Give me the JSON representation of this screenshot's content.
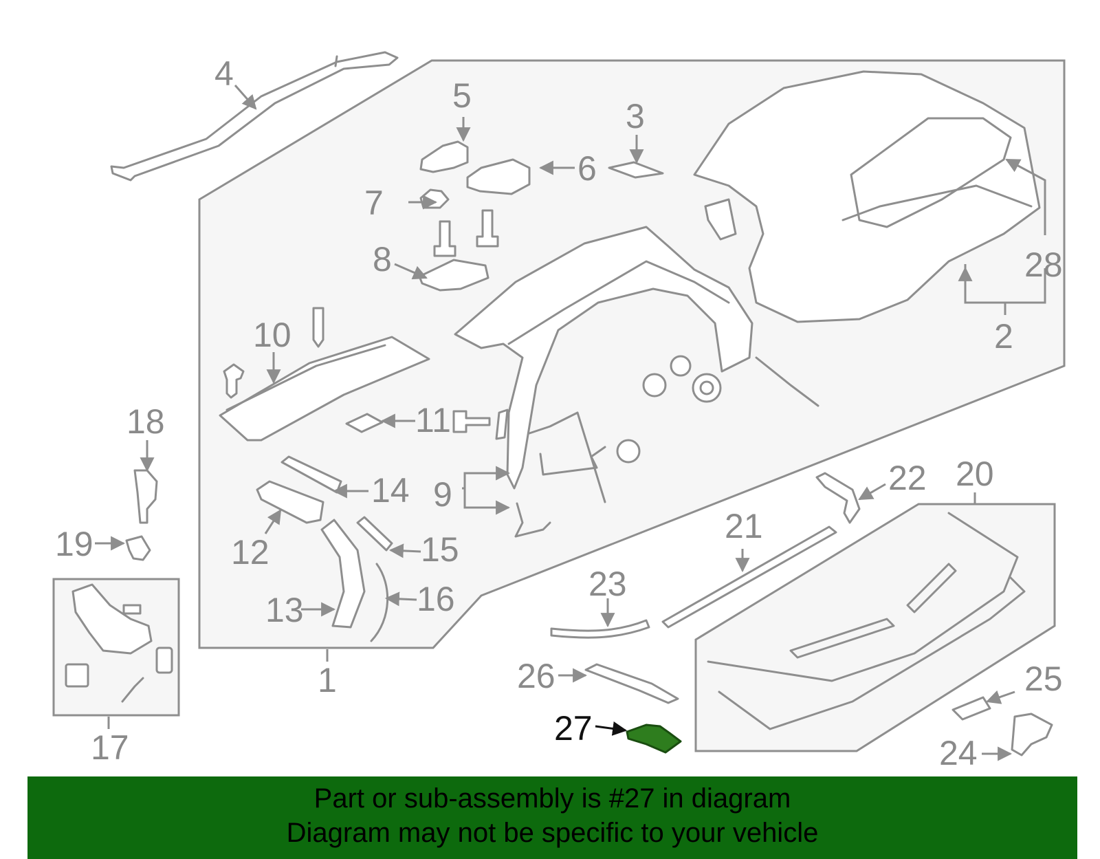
{
  "diagram": {
    "callouts": {
      "c1": "1",
      "c2": "2",
      "c3": "3",
      "c4": "4",
      "c5": "5",
      "c6": "6",
      "c7": "7",
      "c8": "8",
      "c9": "9",
      "c10": "10",
      "c11": "11",
      "c12": "12",
      "c13": "13",
      "c14": "14",
      "c15": "15",
      "c16": "16",
      "c17": "17",
      "c18": "18",
      "c19": "19",
      "c20": "20",
      "c21": "21",
      "c22": "22",
      "c23": "23",
      "c24": "24",
      "c25": "25",
      "c26": "26",
      "c27": "27",
      "c28": "28"
    },
    "highlighted_part": "27",
    "colors": {
      "line": "#8e8e8e",
      "highlight": "#2e7d1e",
      "banner": "#0d6a0d"
    }
  },
  "banner": {
    "line1": "Part or sub-assembly is #27 in diagram",
    "line2": "Diagram may not be specific to your vehicle"
  }
}
